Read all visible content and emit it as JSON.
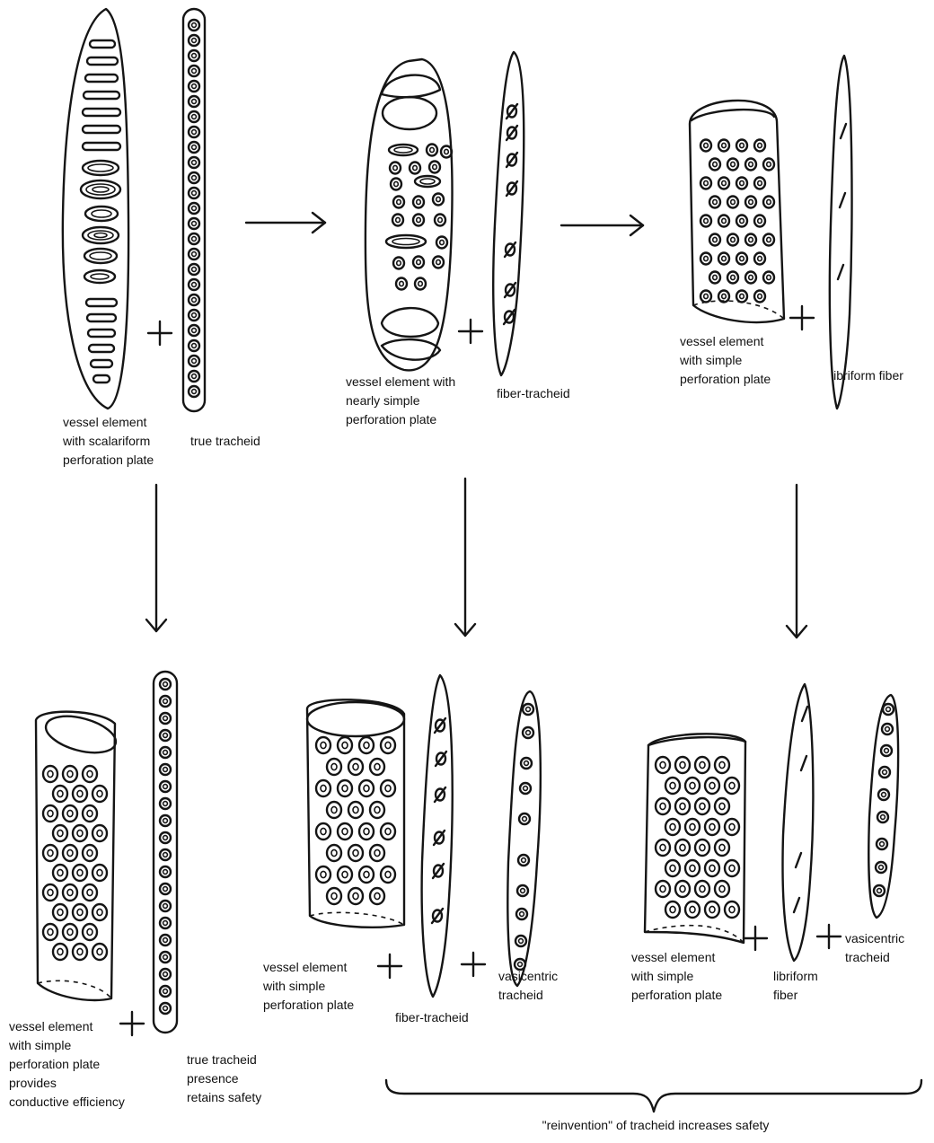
{
  "top_row": {
    "c1": {
      "vessel_lines": [
        "vessel element",
        "with scalariform",
        "perforation plate"
      ],
      "tracheid_lines": [
        "true tracheid"
      ]
    },
    "c2": {
      "vessel_lines": [
        "vessel element with",
        "nearly simple",
        "perforation plate"
      ],
      "fiber_lines": [
        "fiber-tracheid"
      ]
    },
    "c3": {
      "vessel_lines": [
        "vessel element",
        "with simple",
        "perforation plate"
      ],
      "fiber_lines": [
        "libriform fiber"
      ]
    }
  },
  "bottom_row": {
    "c1": {
      "vessel_lines": [
        "vessel element",
        "with simple",
        "perforation plate",
        "provides",
        "conductive efficiency"
      ],
      "tracheid_lines": [
        "true tracheid",
        "presence",
        "retains safety"
      ]
    },
    "c2": {
      "vessel_lines": [
        "vessel element",
        "with simple",
        "perforation plate"
      ],
      "fiber_lines": [
        "fiber-tracheid"
      ],
      "tracheid_lines": [
        "vasicentric",
        "tracheid"
      ]
    },
    "c3": {
      "vessel_lines": [
        "vessel element",
        "with simple",
        "perforation plate"
      ],
      "fiber_lines": [
        "libriform",
        "fiber"
      ],
      "tracheid_lines": [
        "vasicentric",
        "tracheid"
      ]
    }
  },
  "brace_caption": "\"reinvention\" of tracheid increases safety"
}
